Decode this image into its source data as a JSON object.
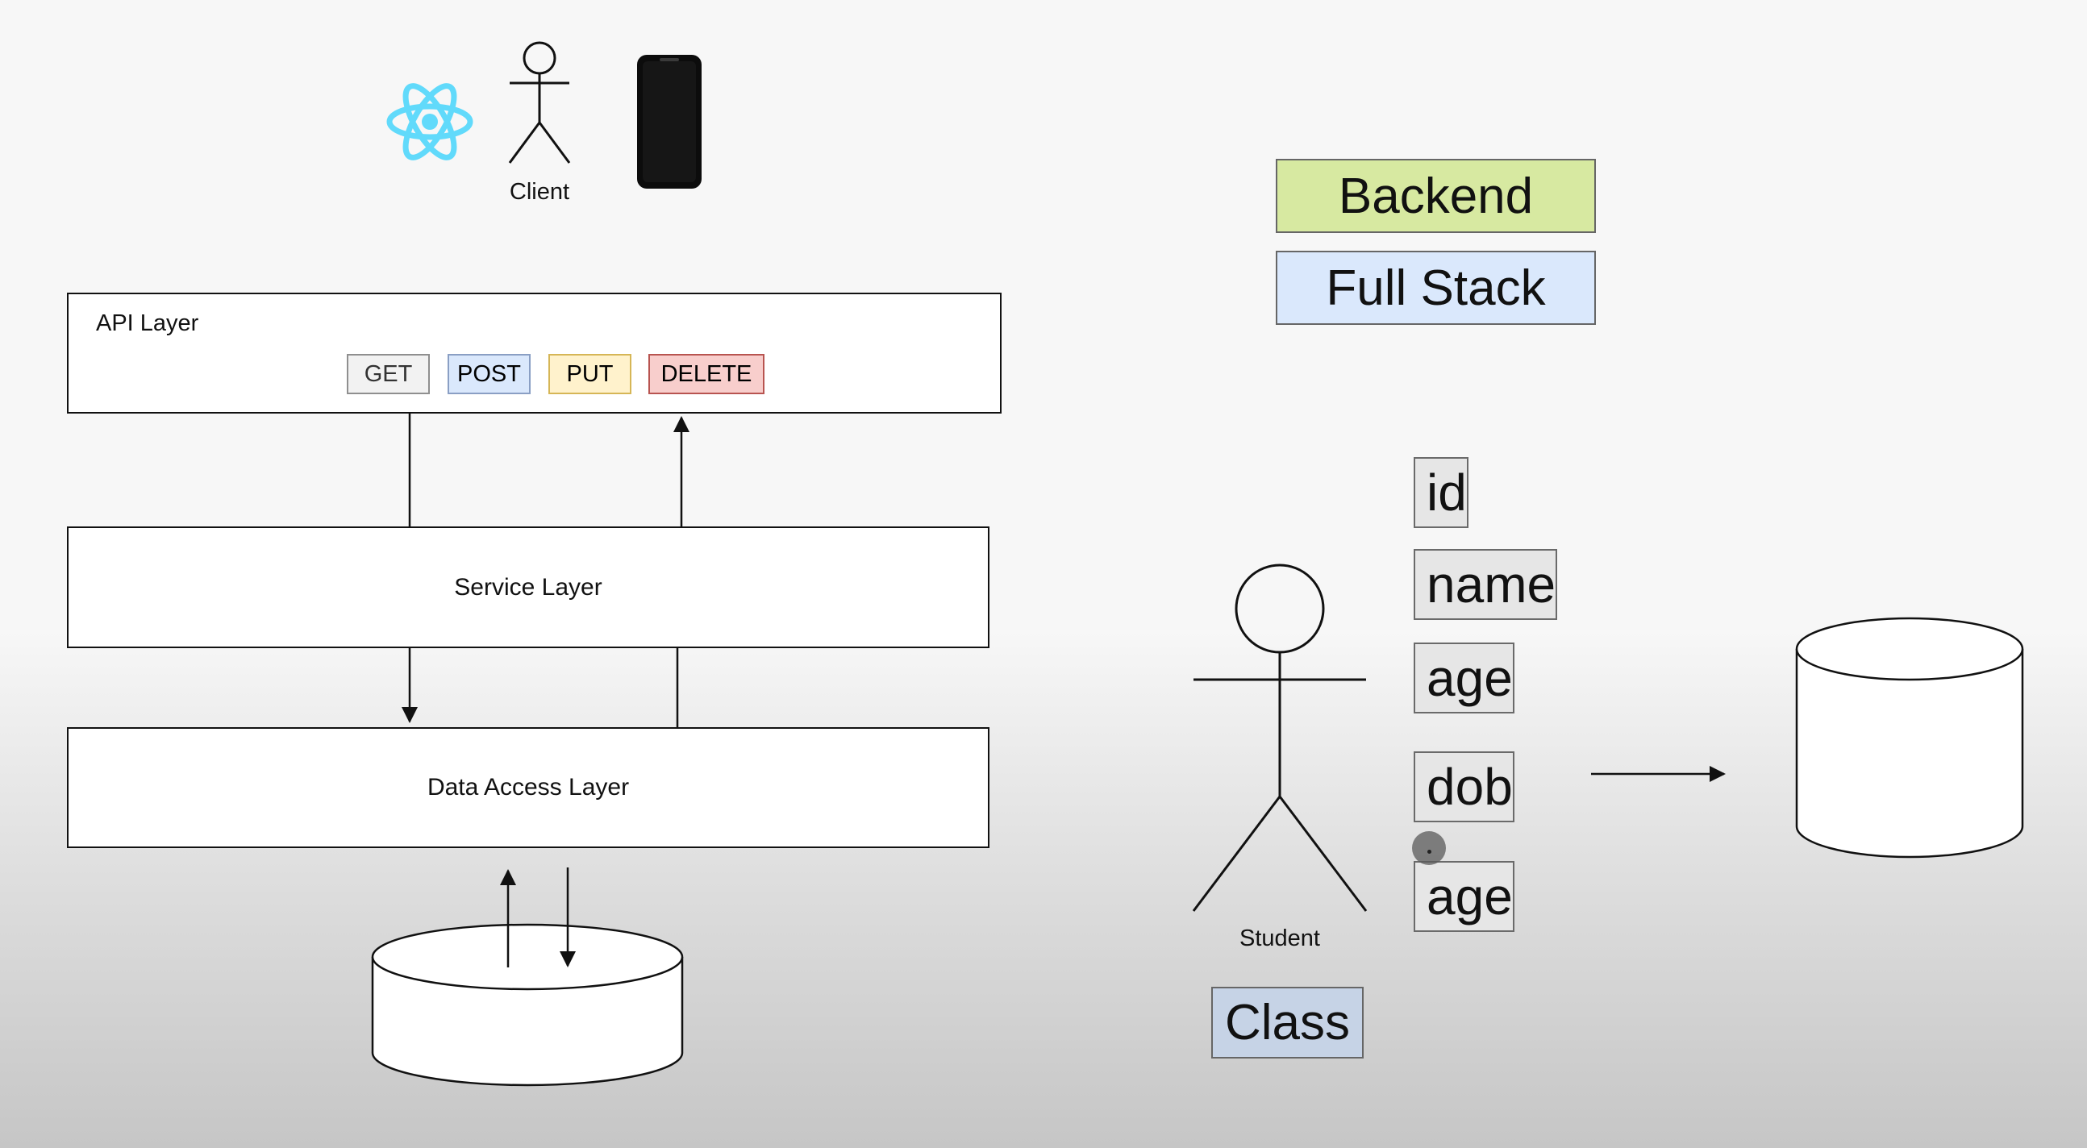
{
  "client": {
    "label": "Client",
    "icons": [
      "react-atom-icon",
      "stick-figure-icon",
      "smartphone-icon"
    ],
    "react_color": "#61dafb"
  },
  "api_layer": {
    "title": "API Layer",
    "methods": [
      {
        "label": "GET",
        "bg": "#f2f2f2",
        "border": "#8f8f8f"
      },
      {
        "label": "POST",
        "bg": "#dae8fc",
        "border": "#8a9fc4"
      },
      {
        "label": "PUT",
        "bg": "#fff2cc",
        "border": "#d6b656"
      },
      {
        "label": "DELETE",
        "bg": "#f8cecc",
        "border": "#b85450"
      }
    ]
  },
  "service_layer": {
    "title": "Service Layer"
  },
  "data_access_layer": {
    "title": "Data Access Layer"
  },
  "roles": {
    "backend": {
      "label": "Backend",
      "color": "#d7e9a1"
    },
    "full_stack": {
      "label": "Full Stack",
      "color": "#dae8fc"
    }
  },
  "student": {
    "label": "Student",
    "class_label": "Class",
    "class_color": "#c6d3e6",
    "fields": [
      "id",
      "name",
      "age",
      "dob",
      "age"
    ]
  }
}
